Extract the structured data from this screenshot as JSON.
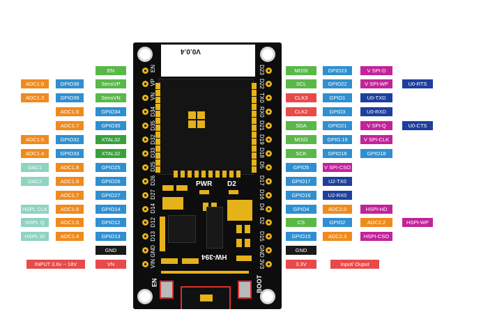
{
  "board": {
    "version": "V0.0.4",
    "model": "HW-394",
    "pwr_label": "PWR",
    "d2_label": "D2",
    "en_label": "EN",
    "boot_label": "BOOT",
    "left_pins": [
      "EN",
      "VP",
      "VN",
      "D34",
      "D35",
      "D32",
      "D33",
      "D25",
      "D26",
      "D27",
      "D14",
      "D12",
      "D13",
      "GND",
      "VIN"
    ],
    "right_pins": [
      "D23",
      "D22",
      "TX0",
      "RX0",
      "D21",
      "D19",
      "D18",
      "D5",
      "D17",
      "D16",
      "D4",
      "D2",
      "D15",
      "GND",
      "3V3"
    ]
  },
  "left_rows": [
    {
      "id": "en",
      "tags": [
        {
          "text": "EN",
          "color": "green"
        }
      ]
    },
    {
      "id": "vp",
      "tags": [
        {
          "text": "ADC1.0",
          "color": "orange"
        },
        {
          "text": "GPIO36",
          "color": "blue"
        },
        {
          "text": "SensVP",
          "color": "green"
        }
      ]
    },
    {
      "id": "vn",
      "tags": [
        {
          "text": "ADC1.3",
          "color": "orange"
        },
        {
          "text": "GPIO39",
          "color": "blue"
        },
        {
          "text": "SensVN",
          "color": "green"
        }
      ]
    },
    {
      "id": "d34",
      "tags": [
        {
          "text": "ADC1.6",
          "color": "orange"
        },
        {
          "text": "GPIO34",
          "color": "blue"
        }
      ]
    },
    {
      "id": "d35",
      "tags": [
        {
          "text": "ADC1.7",
          "color": "orange"
        },
        {
          "text": "GPIO35",
          "color": "blue"
        }
      ]
    },
    {
      "id": "d32",
      "tags": [
        {
          "text": "ADC1.5",
          "color": "orange"
        },
        {
          "text": "GPIO32",
          "color": "blue"
        },
        {
          "text": "XTAL32",
          "color": "dgreen"
        }
      ]
    },
    {
      "id": "d33",
      "tags": [
        {
          "text": "ADC1.4",
          "color": "orange"
        },
        {
          "text": "GPIO33",
          "color": "blue"
        },
        {
          "text": "XTAL32",
          "color": "dgreen"
        }
      ]
    },
    {
      "id": "d25",
      "tags": [
        {
          "text": "DAC1",
          "color": "mint"
        },
        {
          "text": "ADC1.8",
          "color": "orange"
        },
        {
          "text": "GPIO25",
          "color": "blue"
        }
      ]
    },
    {
      "id": "d26",
      "tags": [
        {
          "text": "DAC2",
          "color": "mint"
        },
        {
          "text": "ADC1.9",
          "color": "orange"
        },
        {
          "text": "GPIO26",
          "color": "blue"
        }
      ]
    },
    {
      "id": "d27",
      "tags": [
        {
          "text": "ADC1.7",
          "color": "orange"
        },
        {
          "text": "GPIO27",
          "color": "blue"
        }
      ]
    },
    {
      "id": "d14",
      "tags": [
        {
          "text": "HSPL CLK",
          "color": "mint"
        },
        {
          "text": "ADC1.6",
          "color": "orange"
        },
        {
          "text": "GPIO14",
          "color": "blue"
        }
      ]
    },
    {
      "id": "d12",
      "tags": [
        {
          "text": "HSPL Q",
          "color": "mint"
        },
        {
          "text": "ADC1.5",
          "color": "orange"
        },
        {
          "text": "GPIO12",
          "color": "blue"
        }
      ]
    },
    {
      "id": "d13",
      "tags": [
        {
          "text": "HSPL ID",
          "color": "mint"
        },
        {
          "text": "ADC1.4",
          "color": "orange"
        },
        {
          "text": "GPIO13",
          "color": "blue"
        }
      ]
    },
    {
      "id": "gnd",
      "tags": [
        {
          "text": "GND",
          "color": "black"
        }
      ]
    },
    {
      "id": "vin",
      "tags": [
        {
          "text": "INPUT  3.6v ~ 18V",
          "color": "red"
        },
        {
          "text": "VN",
          "color": "red"
        }
      ]
    }
  ],
  "right_rows": [
    {
      "id": "d23",
      "tags": [
        {
          "text": "MOSI",
          "color": "green"
        },
        {
          "text": "GPIO23",
          "color": "blue"
        },
        {
          "text": "V SPI-D",
          "color": "purple"
        }
      ]
    },
    {
      "id": "d22",
      "tags": [
        {
          "text": "SCL",
          "color": "green"
        },
        {
          "text": "GPIO22",
          "color": "blue"
        },
        {
          "text": "V SPI-WP",
          "color": "purple"
        },
        {
          "text": "U0-RTS",
          "color": "navy"
        }
      ]
    },
    {
      "id": "tx0",
      "tags": [
        {
          "text": "CLK3",
          "color": "red"
        },
        {
          "text": "GPIO1",
          "color": "blue"
        },
        {
          "text": "U0-TXD",
          "color": "navy"
        }
      ]
    },
    {
      "id": "rx0",
      "tags": [
        {
          "text": "CLK2",
          "color": "red"
        },
        {
          "text": "GPIO3",
          "color": "blue"
        },
        {
          "text": "U0-RXD",
          "color": "navy"
        }
      ]
    },
    {
      "id": "d21",
      "tags": [
        {
          "text": "SDA",
          "color": "green"
        },
        {
          "text": "GPIO21",
          "color": "blue"
        },
        {
          "text": "V SPI-Q",
          "color": "purple"
        },
        {
          "text": "U0-CTS",
          "color": "navy"
        }
      ]
    },
    {
      "id": "d19",
      "tags": [
        {
          "text": "MISO",
          "color": "green"
        },
        {
          "text": "GPIO.19",
          "color": "blue"
        },
        {
          "text": "V SPI-CLK",
          "color": "purple"
        }
      ]
    },
    {
      "id": "d18",
      "tags": [
        {
          "text": "SCK",
          "color": "green"
        },
        {
          "text": "GPIO18",
          "color": "blue"
        },
        {
          "text": "GPIO18",
          "color": "blue"
        }
      ]
    },
    {
      "id": "d5",
      "tags": [
        {
          "text": "GPIO5",
          "color": "blue"
        },
        {
          "text": "V SPI-CSO",
          "color": "purple"
        }
      ]
    },
    {
      "id": "d17",
      "tags": [
        {
          "text": "GPIO17",
          "color": "blue"
        },
        {
          "text": "U2-TX0",
          "color": "navy"
        }
      ]
    },
    {
      "id": "d16",
      "tags": [
        {
          "text": "GPIO16",
          "color": "blue"
        },
        {
          "text": "U2-RX0",
          "color": "navy"
        }
      ]
    },
    {
      "id": "d4",
      "tags": [
        {
          "text": "GPIO4",
          "color": "blue"
        },
        {
          "text": "ADC2.0",
          "color": "orange"
        },
        {
          "text": "HSPI-HD",
          "color": "purple"
        }
      ]
    },
    {
      "id": "d2",
      "tags": [
        {
          "text": "CS",
          "color": "green"
        },
        {
          "text": "GPIO2",
          "color": "blue"
        },
        {
          "text": "ADC2.2",
          "color": "orange"
        },
        {
          "text": "HSPI-WP",
          "color": "purple"
        }
      ]
    },
    {
      "id": "d15",
      "tags": [
        {
          "text": "GPIO15",
          "color": "blue"
        },
        {
          "text": "ADC2.3",
          "color": "orange"
        },
        {
          "text": "HSPI-CSO",
          "color": "purple"
        }
      ]
    },
    {
      "id": "gnd-r",
      "tags": [
        {
          "text": "GND",
          "color": "black"
        }
      ]
    },
    {
      "id": "3v3",
      "tags": [
        {
          "text": "3.3V",
          "color": "red"
        },
        {
          "text": "Input/ Ouput",
          "color": "red"
        }
      ]
    }
  ],
  "colors": {
    "orange": "#f08a1d",
    "blue": "#2f8fd0",
    "green": "#5ab849",
    "red": "#e84a4a",
    "black": "#1a1a1a",
    "purple": "#c2239a",
    "navy": "#1e3f9c",
    "mint": "#8fd3c0",
    "dgreen": "#36a23a",
    "pcb": "#0d0d0d",
    "gold": "#e6b21a",
    "highlight": "#d93030"
  }
}
